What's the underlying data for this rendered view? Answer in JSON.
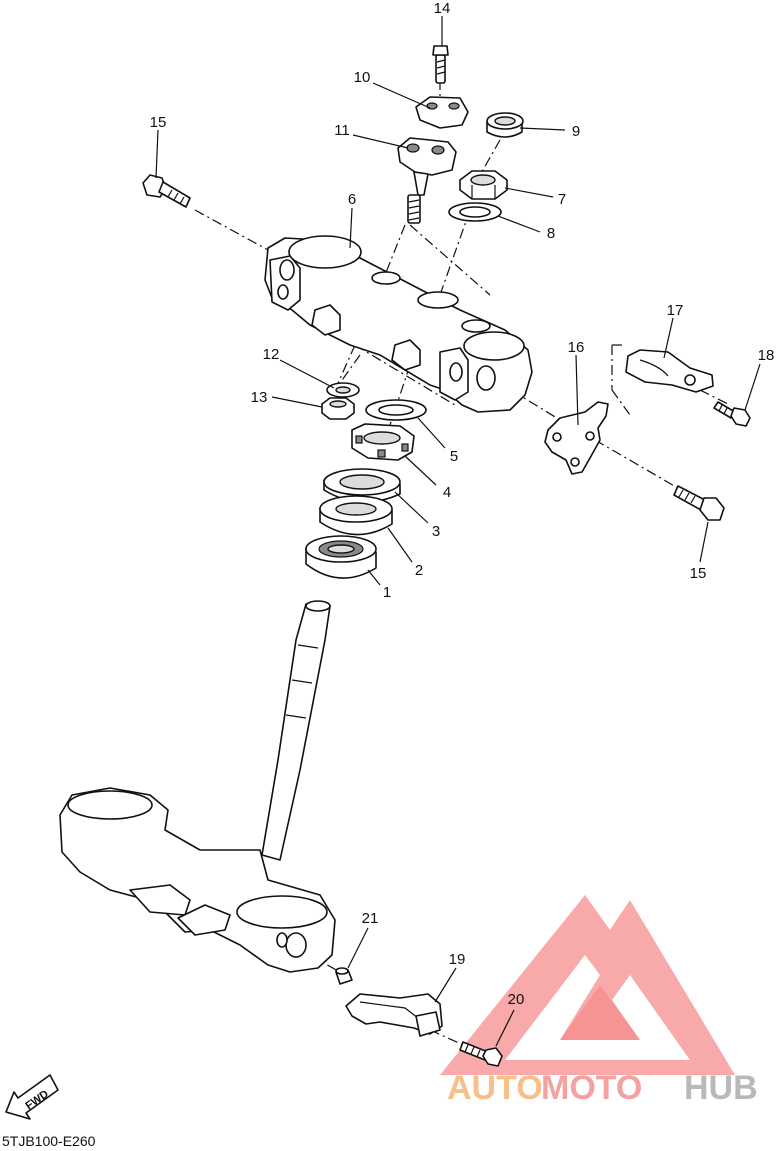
{
  "callouts": [
    {
      "id": "c14",
      "label": "14"
    },
    {
      "id": "c10",
      "label": "10"
    },
    {
      "id": "c9",
      "label": "9"
    },
    {
      "id": "c11",
      "label": "11"
    },
    {
      "id": "c15a",
      "label": "15"
    },
    {
      "id": "c7",
      "label": "7"
    },
    {
      "id": "c6",
      "label": "6"
    },
    {
      "id": "c8",
      "label": "8"
    },
    {
      "id": "c17",
      "label": "17"
    },
    {
      "id": "c16",
      "label": "16"
    },
    {
      "id": "c18",
      "label": "18"
    },
    {
      "id": "c12",
      "label": "12"
    },
    {
      "id": "c13",
      "label": "13"
    },
    {
      "id": "c5",
      "label": "5"
    },
    {
      "id": "c4",
      "label": "4"
    },
    {
      "id": "c3",
      "label": "3"
    },
    {
      "id": "c2",
      "label": "2"
    },
    {
      "id": "c1",
      "label": "1"
    },
    {
      "id": "c15b",
      "label": "15"
    },
    {
      "id": "c21",
      "label": "21"
    },
    {
      "id": "c19",
      "label": "19"
    },
    {
      "id": "c20",
      "label": "20"
    }
  ],
  "fwd_label": "FWD",
  "diagram_code": "5TJB100-E260",
  "watermark": {
    "part1": "AUTO",
    "part2": "MOTO",
    "part3": "HUB",
    "color_auto": "#f7c08a",
    "color_moto": "#f4a1a1",
    "color_hub": "#b9b9b9",
    "logo_color": "#f47a7a"
  }
}
